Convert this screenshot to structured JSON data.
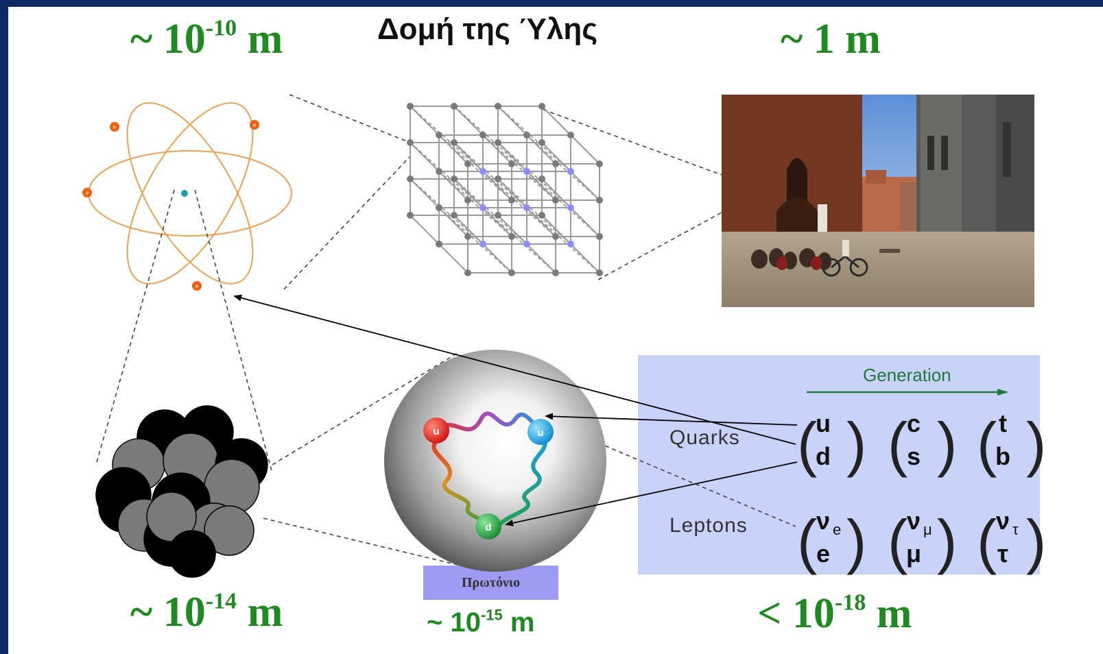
{
  "title": "Δομή της Ύλης",
  "scales": {
    "atom": {
      "prefix": "~ 10",
      "exp": "-10",
      "unit": " m"
    },
    "everyday": {
      "text": "~ 1 m"
    },
    "nucleus": {
      "prefix": "~ 10",
      "exp": "-14",
      "unit": " m"
    },
    "proton": {
      "prefix": "~ 10",
      "exp": "-15",
      "unit": " m"
    },
    "quark": {
      "prefix": "< 10",
      "exp": "-18",
      "unit": " m"
    }
  },
  "proton_label": "Πρωτόνιο",
  "electron_label": "e",
  "quark_labels": {
    "u1": "u",
    "u2": "u",
    "d": "d"
  },
  "particle_table": {
    "generation_label": "Generation",
    "rows": [
      {
        "label": "Quarks",
        "cells": [
          [
            "u",
            "d"
          ],
          [
            "c",
            "s"
          ],
          [
            "t",
            "b"
          ]
        ]
      },
      {
        "label": "Leptons",
        "cells": [
          [
            "ν",
            "e"
          ],
          [
            "ν",
            "μ"
          ],
          [
            "ν",
            "τ"
          ]
        ],
        "subscripts": [
          "e",
          "μ",
          "τ"
        ]
      }
    ]
  },
  "colors": {
    "scale_green": "#1f8a1f",
    "orbit": "#f0a050",
    "electron": "#f06010",
    "table_bg": "#c9d2f9",
    "proton_label_bg": "#9c9cf2",
    "frame": "#0e2a63"
  }
}
